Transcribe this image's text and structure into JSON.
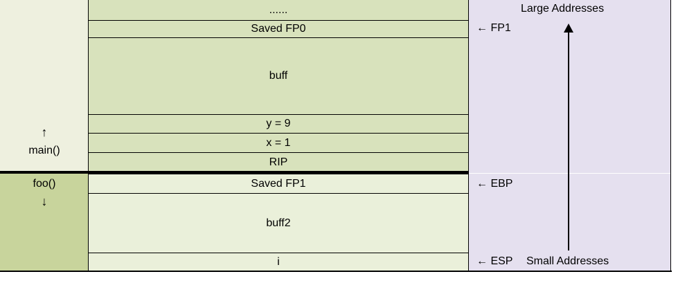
{
  "frames": {
    "main_label": "main()",
    "main_arrow": "↑",
    "foo_label": "foo()",
    "foo_arrow": "↓"
  },
  "stack": {
    "cells": [
      "......",
      "Saved FP0",
      "buff",
      "y = 9",
      "x = 1",
      "RIP",
      "Saved  FP1",
      "buff2",
      "i"
    ]
  },
  "pointers": {
    "fp1": "← FP1",
    "ebp": "← EBP",
    "esp": "← ESP"
  },
  "addresses": {
    "large": "Large Addresses",
    "small": "Small Addresses"
  },
  "colors": {
    "main_frame_bg": "#eef0df",
    "foo_frame_bg": "#c8d49c",
    "main_cells_bg": "#d8e2bc",
    "foo_cells_bg": "#eaf0da",
    "address_panel_bg": "#e5e0ef"
  }
}
